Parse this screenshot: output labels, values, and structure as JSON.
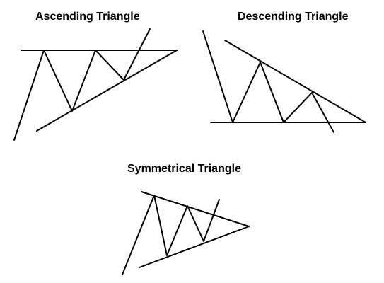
{
  "diagrams": [
    {
      "title": "Ascending Triangle",
      "color": "#000000"
    },
    {
      "title": "Descending Triangle",
      "color": "#000000"
    },
    {
      "title": "Symmetrical Triangle",
      "color": "#000000"
    }
  ]
}
